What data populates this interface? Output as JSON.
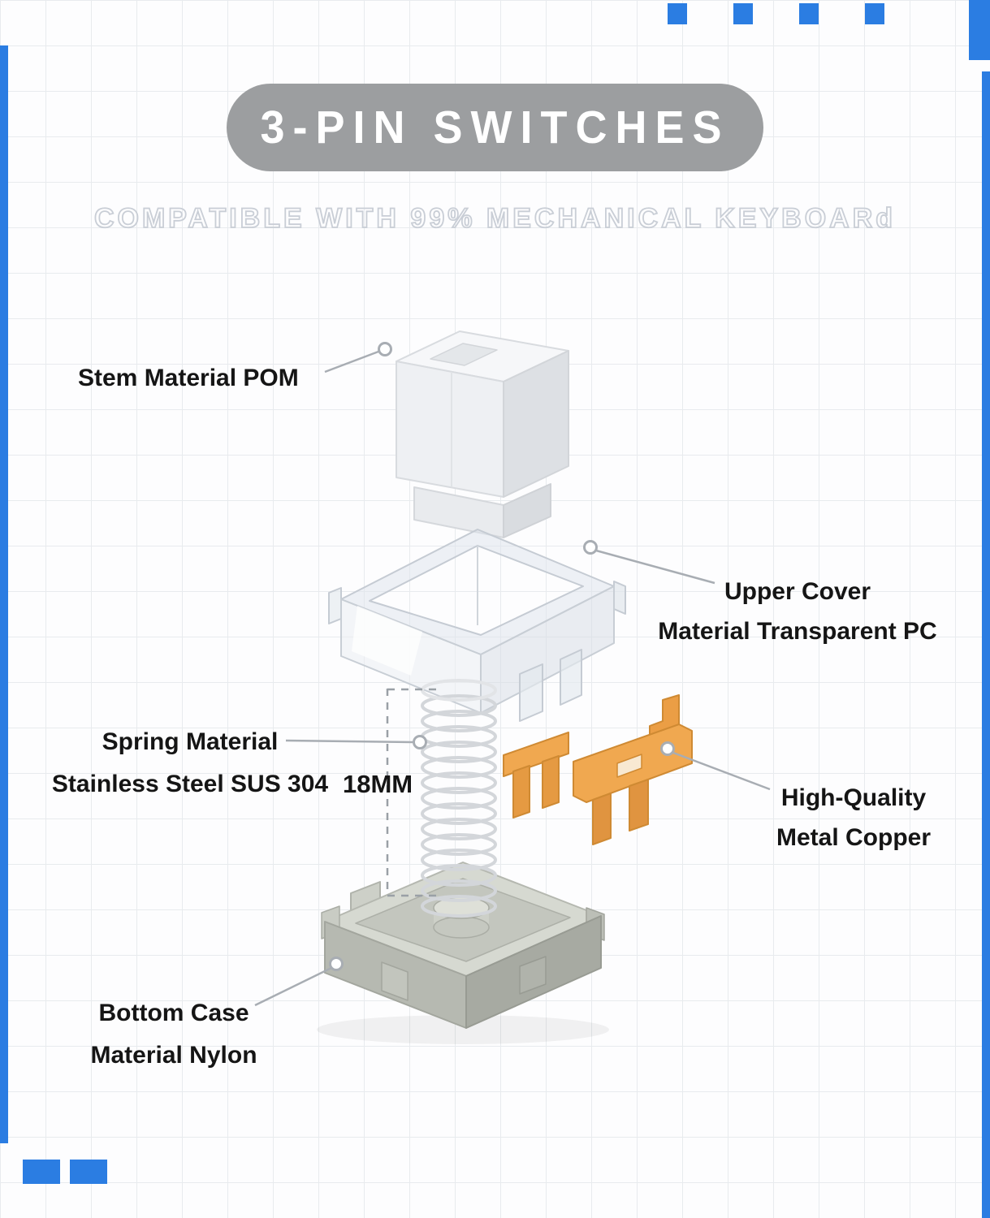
{
  "header": {
    "title": "3-PIN SWITCHES",
    "subtitle": "COMPATIBLE WITH 99% MECHANICAL KEYBOARd"
  },
  "callouts": {
    "stem": [
      "Stem Material POM"
    ],
    "upper_cover": [
      "Upper Cover",
      "Material Transparent PC"
    ],
    "spring": [
      "Spring Material",
      "Stainless Steel SUS 304"
    ],
    "spring_length": "18MM",
    "copper": [
      "High-Quality",
      "Metal Copper"
    ],
    "bottom_case": [
      "Bottom Case",
      "Material Nylon"
    ]
  },
  "parts": [
    "stem",
    "upper-cover",
    "spring",
    "copper-contacts",
    "bottom-case"
  ],
  "colors": {
    "accent_blue": "#2b7de2",
    "title_pill_gray": "#9c9ea0",
    "title_text": "#ffffff",
    "subtitle_outline": "#c9ced6",
    "label_text": "#151515",
    "copper": "#f0a850",
    "case_gray": "#c9ccc4",
    "stem_white": "#f6f7f9",
    "leader_line": "#a8adb3"
  }
}
